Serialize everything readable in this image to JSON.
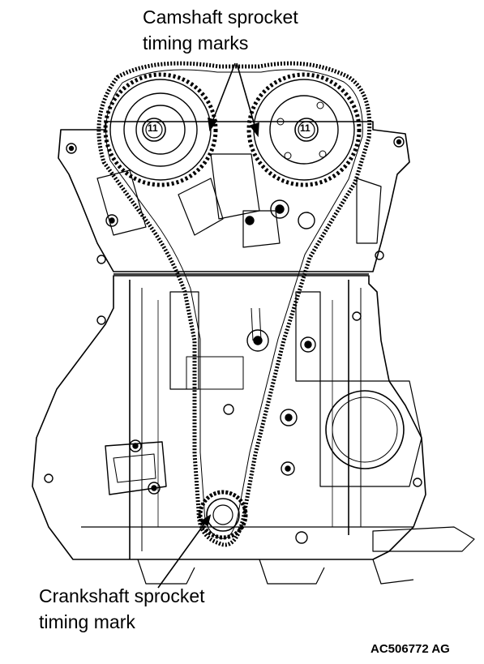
{
  "callouts": {
    "camshaft_line1": "Camshaft sprocket",
    "camshaft_line2": "timing marks",
    "crankshaft_line1": "Crankshaft sprocket",
    "crankshaft_line2": "timing mark"
  },
  "bolt_label_left": "11",
  "bolt_label_right": "11",
  "figure_code": "AC506772",
  "figure_suffix": "AG",
  "colors": {
    "ink": "#000000",
    "paper": "#ffffff"
  }
}
